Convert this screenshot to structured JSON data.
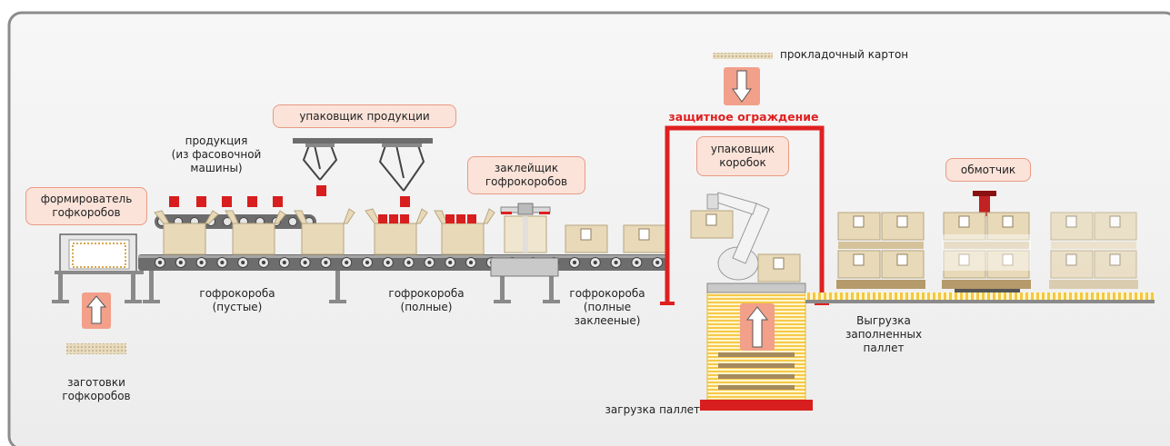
{
  "labels": {
    "former": "формирователь\nгофкоробов",
    "product_packer": "упаковщик продукции",
    "products": "продукция\n(из фасовочной\nмашины)",
    "taper": "заклейщик\nгофрокоробов",
    "box_packer": "упаковщик\nкоробок",
    "wrapper": "обмотчик",
    "interleaf": "прокладочный картон",
    "fence": "защитное ограждение",
    "blanks": "заготовки\nгофкоробов",
    "empty_boxes": "гофрокоробa\n(пустые)",
    "full_boxes": "гофрокороба\n(полные)",
    "sealed_boxes": "гофрокороба\n(полные\nзаклееные)",
    "unload": "Выгрузка\nзаполненных\nпаллет",
    "pallet_load": "загрузка паллет"
  },
  "colors": {
    "accent_red": "#e02020",
    "pill_fill": "#fbe3d9",
    "pill_border": "#e89a83",
    "box": "#e8d9b9",
    "frame": "#8c8c8c"
  }
}
